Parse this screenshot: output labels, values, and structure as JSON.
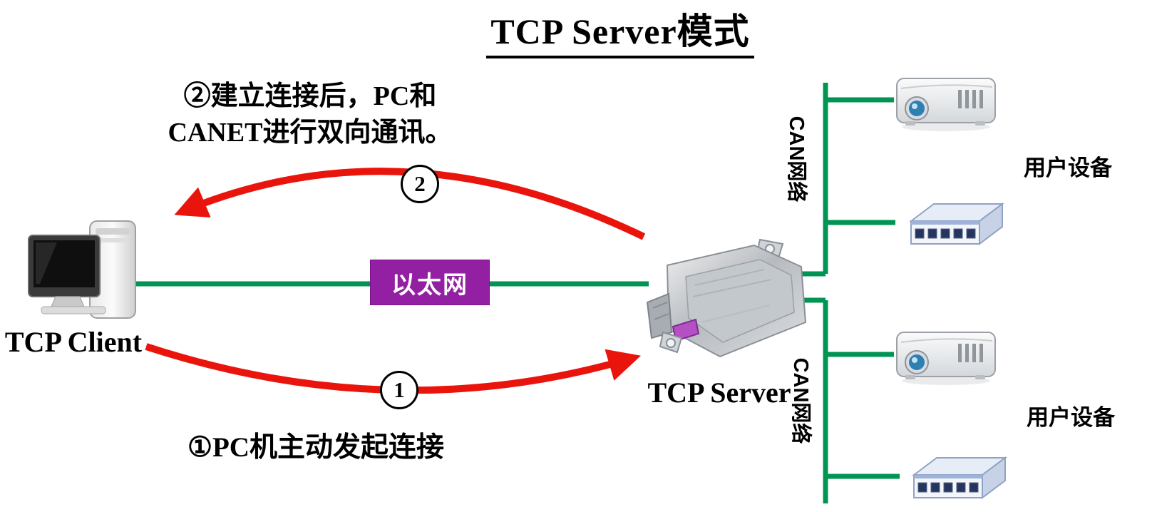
{
  "title": "TCP Server模式",
  "annotations": {
    "step2_line1": "②建立连接后，PC和",
    "step2_line2": "CANET进行双向通讯。",
    "step2_marker": "2",
    "step1_marker": "1",
    "step1_text": "①PC机主动发起连接"
  },
  "nodes": {
    "tcp_client": "TCP Client",
    "tcp_server": "TCP Server",
    "ethernet": "以太网"
  },
  "right_panel": {
    "can_network_top": "CAN网络",
    "can_network_bottom": "CAN网络",
    "user_devices_top": "用户设备",
    "user_devices_bottom": "用户设备"
  },
  "colors": {
    "line_green": "#009455",
    "arrow_red": "#e9150d",
    "ethernet_purple": "#9320a2"
  }
}
